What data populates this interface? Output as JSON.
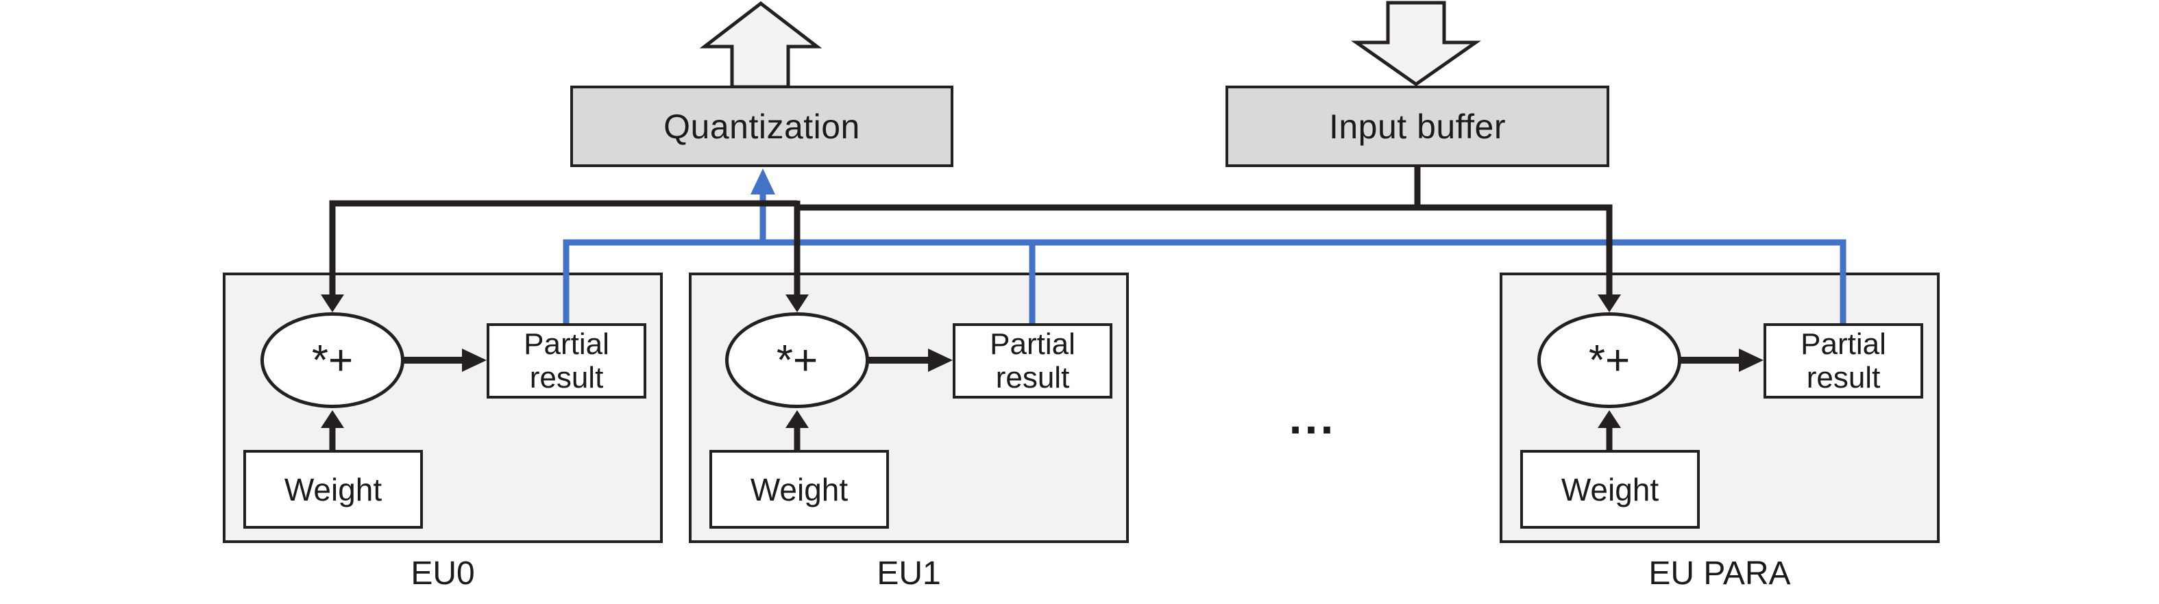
{
  "top": {
    "quantization": "Quantization",
    "input_buffer": "Input buffer"
  },
  "units": [
    {
      "label": "EU0",
      "op": "*+",
      "weight": "Weight",
      "partial_result": "Partial result"
    },
    {
      "label": "EU1",
      "op": "*+",
      "weight": "Weight",
      "partial_result": "Partial result"
    },
    {
      "label": "EU PARA",
      "op": "*+",
      "weight": "Weight",
      "partial_result": "Partial result"
    }
  ],
  "dots": "...",
  "colors": {
    "wire_black": "#242021",
    "wire_blue": "#4472C4",
    "top_box_fill": "#d9d9d9",
    "unit_fill": "#f2f2f2",
    "block_arrow_fill": "#f3f3f3"
  }
}
